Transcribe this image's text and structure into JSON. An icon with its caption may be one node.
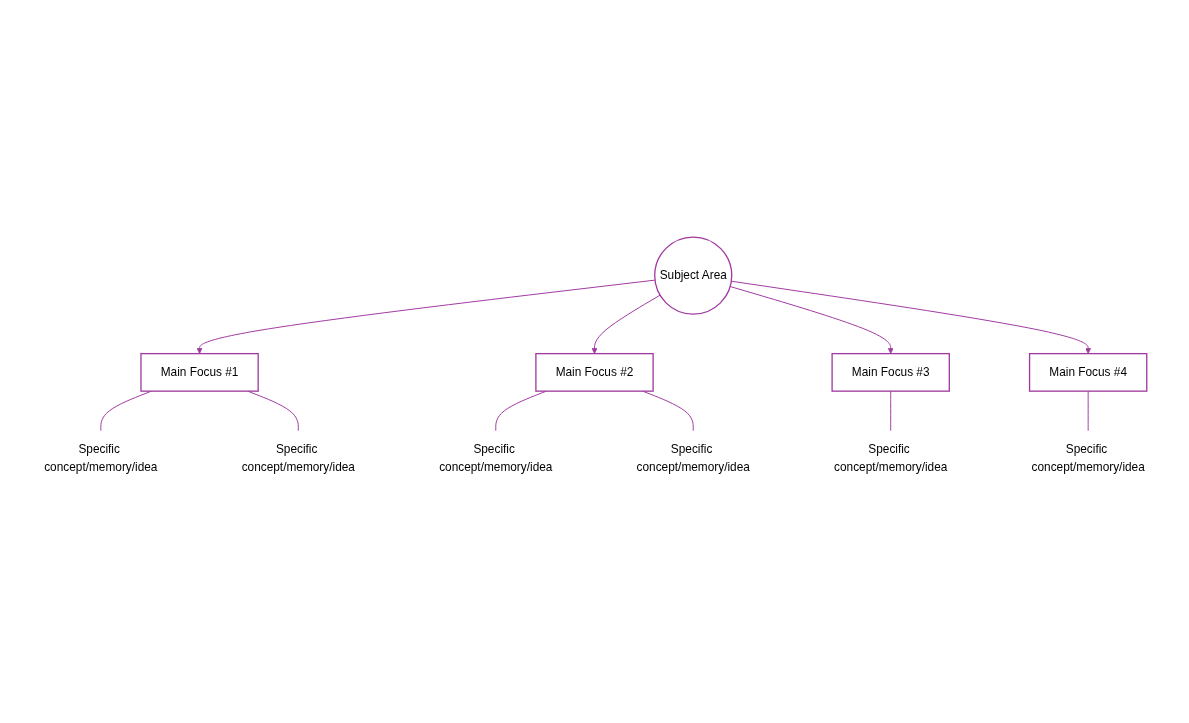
{
  "diagram": {
    "nodes": [
      {
        "text": [
          "Specific concept/memory/idea"
        ]
      },
      {
        "text": [
          "Main Focus #1"
        ]
      },
      {
        "text": [
          "Specific concept/memory/idea"
        ]
      },
      {
        "text": [
          "Specific concept/memory/idea"
        ]
      },
      {
        "text": [
          "Main Focus #2"
        ]
      },
      {
        "text": [
          "Specific concept/memory/idea"
        ]
      },
      {
        "text": [
          "Subject Area"
        ]
      },
      {
        "text": [
          "Main Focus #3"
        ]
      },
      {
        "text": [
          "Specific concept/memory/idea"
        ]
      },
      {
        "text": [
          "Main Focus #4"
        ]
      },
      {
        "text": [
          "Specific concept/memory/idea"
        ]
      }
    ],
    "edges": [
      {
        "from": 6,
        "to": 1,
        "arrow": "to"
      },
      {
        "from": 6,
        "to": 4,
        "arrow": "to"
      },
      {
        "from": 6,
        "to": 7,
        "arrow": "to"
      },
      {
        "from": 6,
        "to": 9,
        "arrow": "to"
      },
      {
        "from": 1,
        "to": 0,
        "arrow": "none"
      },
      {
        "from": 1,
        "to": 2,
        "arrow": "none"
      },
      {
        "from": 4,
        "to": 3,
        "arrow": "none"
      },
      {
        "from": 4,
        "to": 5,
        "arrow": "none"
      },
      {
        "from": 7,
        "to": 8,
        "arrow": "none"
      },
      {
        "from": 9,
        "to": 10,
        "arrow": "none"
      }
    ]
  }
}
